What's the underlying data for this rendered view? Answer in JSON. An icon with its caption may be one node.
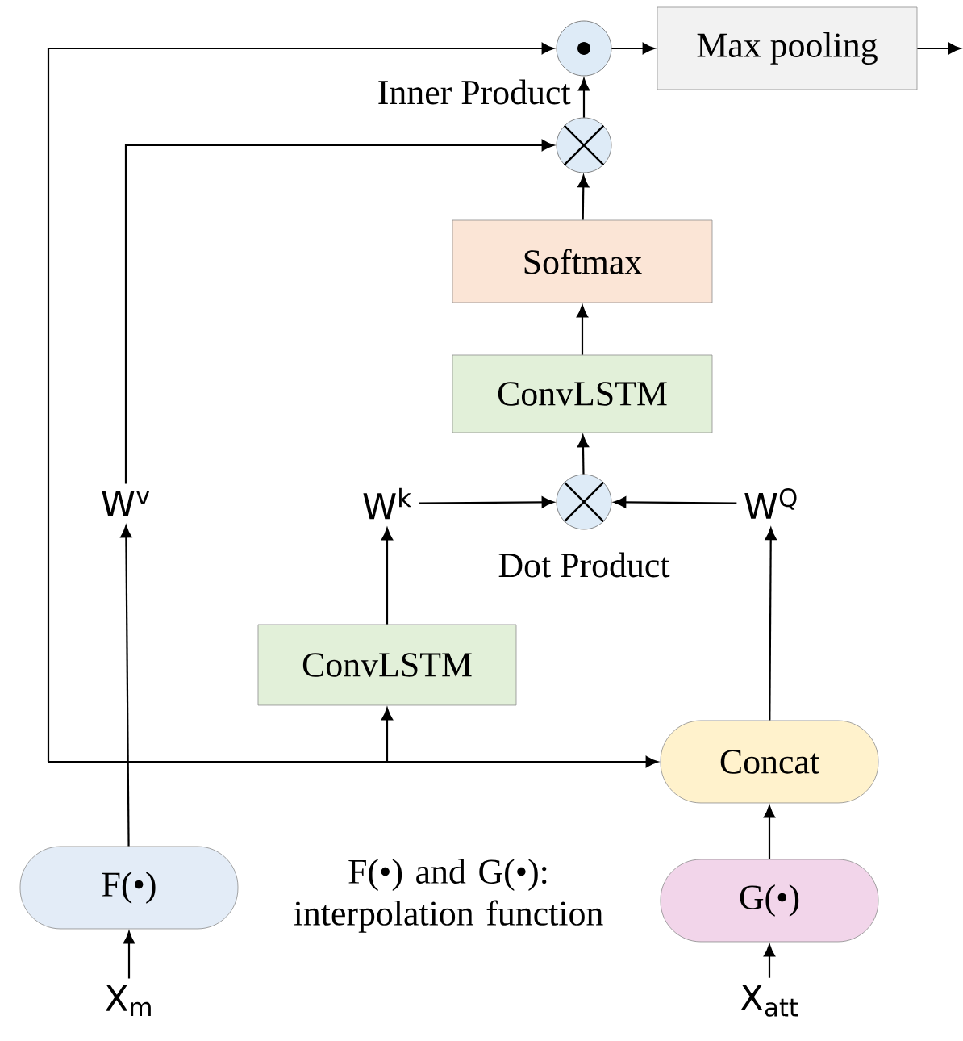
{
  "diagram": {
    "nodes": [
      {
        "text": [],
        "shape": "circle",
        "beside": [
          "Inner Product"
        ]
      },
      {
        "text": [
          "Max pooling"
        ]
      },
      {
        "text": [],
        "shape": "circle"
      },
      {
        "text": [
          "Softmax"
        ]
      },
      {
        "text": [
          "ConvLSTM"
        ]
      },
      {
        "text": [
          "W$^{v}$"
        ]
      },
      {
        "text": [
          "W$^{k}$"
        ]
      },
      {
        "text": [],
        "shape": "circle",
        "beside": [
          "Dot Product"
        ]
      },
      {
        "text": [
          "W$^{Q}$"
        ]
      },
      {
        "text": [
          "ConvLSTM"
        ]
      },
      {
        "text": [
          "Concat"
        ]
      },
      {
        "text": [
          "F(•)"
        ]
      },
      {
        "text": [
          "G(•)"
        ]
      },
      {
        "text": [
          "X$_{m}$"
        ]
      },
      {
        "text": [
          "X$_{att}$"
        ]
      }
    ],
    "edges": [
      {
        "from": 13,
        "to": 11,
        "arrow": "to"
      },
      {
        "from": 11,
        "to": 5,
        "arrow": "to"
      },
      {
        "from": 5,
        "to": 2,
        "arrow": "to"
      },
      {
        "from": 14,
        "to": 12,
        "arrow": "to"
      },
      {
        "from": 12,
        "to": 10,
        "arrow": "to"
      },
      {
        "from": 10,
        "to": 8,
        "arrow": "to"
      },
      {
        "from": 8,
        "to": 7,
        "arrow": "to"
      },
      {
        "from": 6,
        "to": 7,
        "arrow": "to"
      },
      {
        "from": 9,
        "to": 6,
        "arrow": "to"
      },
      {
        "from": 7,
        "to": 4,
        "arrow": "to"
      },
      {
        "from": 4,
        "to": 3,
        "arrow": "to"
      },
      {
        "from": 3,
        "to": 2,
        "arrow": "to"
      },
      {
        "from": 2,
        "to": 0,
        "arrow": "to"
      },
      {
        "from": 0,
        "to": 1,
        "arrow": "to"
      },
      {
        "from": 1,
        "to": null,
        "arrow": "to"
      },
      {
        "from": null,
        "to": 0,
        "arrow": "to"
      },
      {
        "from": null,
        "to": 10,
        "arrow": "to"
      },
      {
        "from": null,
        "to": 9,
        "arrow": "to"
      }
    ],
    "labels": [
      "F(•) and G(•): interpolation function"
    ]
  }
}
